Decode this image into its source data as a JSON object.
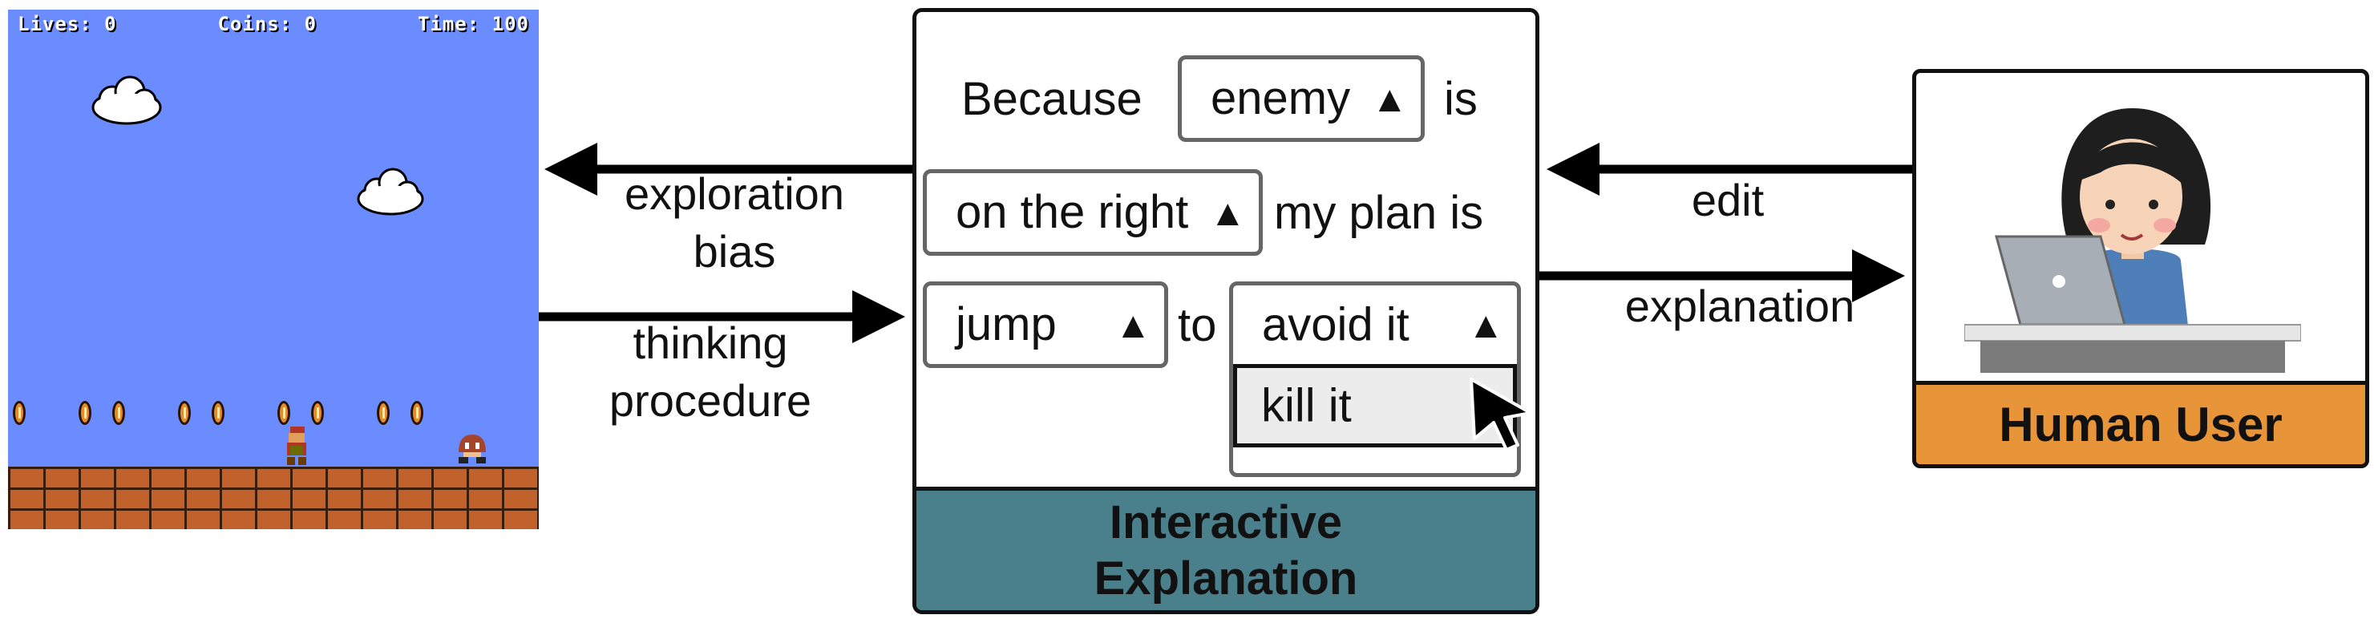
{
  "game": {
    "hud": {
      "lives": "Lives: 0",
      "coins": "Coins: 0",
      "time": "Time: 100"
    }
  },
  "arrows": {
    "exploration_bias": [
      "exploration",
      "bias"
    ],
    "thinking_procedure": [
      "thinking",
      "procedure"
    ],
    "edit": "edit",
    "explanation": "explanation"
  },
  "panel": {
    "because": "Because",
    "is": "is",
    "my_plan_is": "my plan is",
    "to": "to",
    "dropdowns": {
      "subject": "enemy",
      "position": "on the right",
      "action": "jump",
      "goal": "avoid it"
    },
    "goal_menu_options": [
      "kill it"
    ],
    "footer_title": [
      "Interactive",
      "Explanation"
    ]
  },
  "user": {
    "label": "Human User"
  },
  "colors": {
    "sky": "#6b8cff",
    "panel_footer": "#4a7f8c",
    "user_footer": "#e8953a",
    "dropdown_border": "#666666"
  }
}
